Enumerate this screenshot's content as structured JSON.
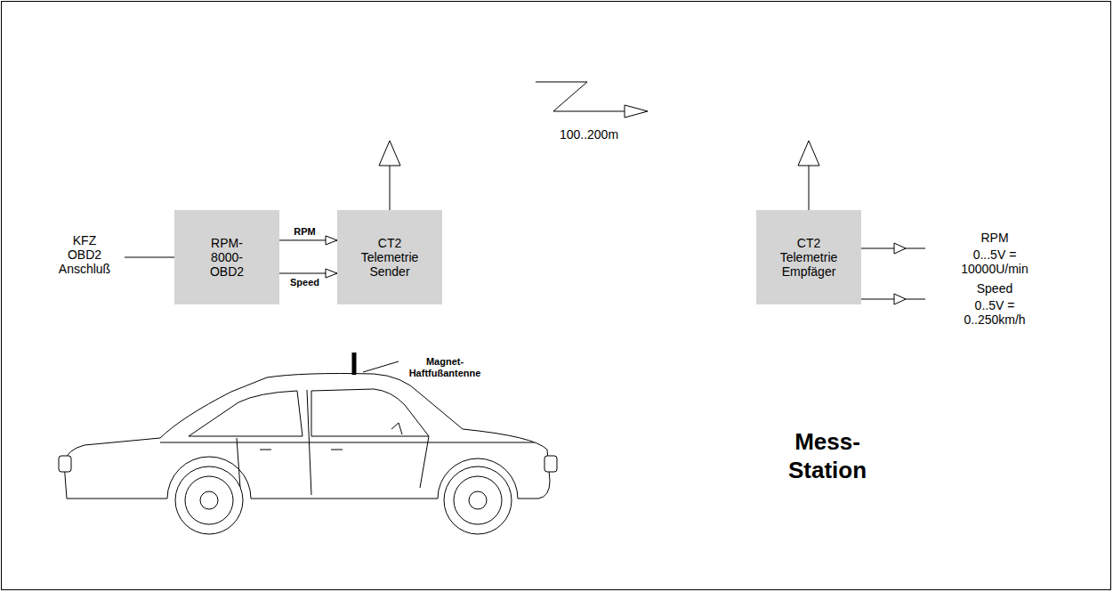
{
  "diagram": {
    "nodes": [
      {
        "text": [
          "RPM-8000- OBD2"
        ]
      },
      {
        "text": [
          "CT2 Telemetrie Sender"
        ]
      },
      {
        "text": [
          "CT2 Telemetrie Empfäger"
        ]
      }
    ],
    "edges": [
      {
        "from": 0,
        "to": 1,
        "label": "RPM",
        "arrow": "to"
      },
      {
        "from": 0,
        "to": 1,
        "label": "Speed",
        "arrow": "to"
      }
    ],
    "labels": [
      "KFZ OBD2 Anschluß",
      "100..200m",
      "RPM",
      "0...5V = 10000U/min",
      "Speed",
      "0..5V = 0..250km/h",
      "Magnet- Haftfußantenne",
      "Mess- Station"
    ]
  }
}
